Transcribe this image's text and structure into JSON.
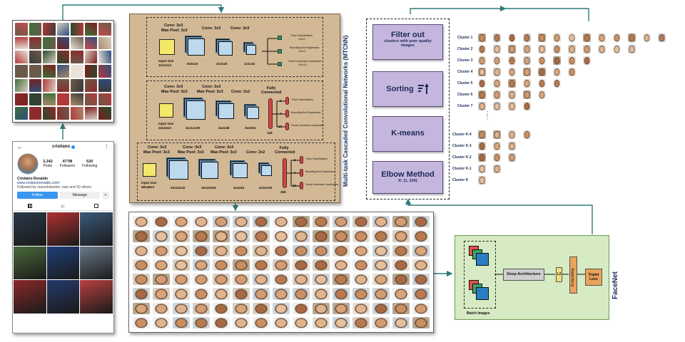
{
  "instagram": {
    "username": "cristiano",
    "stats": [
      {
        "value": "3,342",
        "label": "Posts"
      },
      {
        "value": "477M",
        "label": "Followers"
      },
      {
        "value": "520",
        "label": "Following"
      }
    ],
    "name": "Cristiano Ronaldo",
    "link": "www.cristianoronaldo.com/",
    "followed_by": "Followed by marcelotwelve, nazi and 50 others",
    "follow_btn": "Follow",
    "message_btn": "Message"
  },
  "mtcnn": {
    "title": "Multi-task Cascaded Convolutional Networks (MTCNN)",
    "pnet": {
      "input_label": "Input size",
      "input_size": "12x12x3",
      "conv1": "Conv: 3x3",
      "pool1": "Max Pool: 3x3",
      "conv2": "Conv: 3x3",
      "conv3": "Conv: 3x3",
      "d1": "5x5x10",
      "d2": "3x3x16",
      "d3": "1x1x32",
      "out1": "Face Classification",
      "out1b": "1x1x2",
      "out2": "Bounding Box Regression",
      "out2b": "1x1x4",
      "out3": "Facial Landmark Localization",
      "out3b": "1x1x10"
    },
    "rnet": {
      "input_label": "Input size",
      "input_size": "24x24x3",
      "conv1": "Conv: 3x3",
      "pool1": "Max Pool: 3x3",
      "conv2": "Conv: 3x3",
      "pool2": "Max Pool: 3x3",
      "conv3": "Conv: 2x2",
      "fc": "Fully Connected",
      "d1": "11x11x28",
      "d2": "4x4x48",
      "d3": "3x3x64",
      "d4": "128",
      "n1": "2",
      "n2": "4",
      "n3": "10",
      "out1": "Face Classification",
      "out2": "Bounding Box Regression",
      "out3": "Facial Landmark Localization"
    },
    "onet": {
      "input_label": "Input size",
      "input_size": "48x48x3",
      "conv1": "Conv: 3x3",
      "pool1": "Max Pool: 3x3",
      "conv2": "Conv: 3x3",
      "pool2": "Max Pool: 3x3",
      "conv3": "Conv: 3x3",
      "pool3": "Max Pool: 3x3",
      "conv4": "Conv: 2x2",
      "fc": "Fully Connected",
      "d1": "23x23x32",
      "d2": "10x10x64",
      "d3": "4x4x64",
      "d4": "3x3x128",
      "d5": "256",
      "n1": "2",
      "n2": "4",
      "n3": "10",
      "out1": "Face Classification",
      "out2": "Bounding Box Regression",
      "out3": "Facial Landmark Localization"
    }
  },
  "clustering": {
    "steps": [
      {
        "title": "Filter out",
        "subtitle": "clusters with poor quality images"
      },
      {
        "title": "Sorting",
        "subtitle": ""
      },
      {
        "title": "K-means",
        "subtitle": ""
      },
      {
        "title": "Elbow Method",
        "subtitle": "K: [1, 100]"
      }
    ],
    "clusters_top": [
      "Cluster 1",
      "Cluster 2",
      "Cluster 3",
      "Cluster 4",
      "Cluster 5",
      "Cluster 6",
      "Cluster 7"
    ],
    "clusters_bottom": [
      "Cluster K-4",
      "Cluster K-3",
      "Cluster K-2",
      "Cluster K-1",
      "Cluster K"
    ]
  },
  "facenet": {
    "title": "FaceNet",
    "batch": "Batch Images",
    "deep": "Deep Architecture",
    "l2": "L2",
    "embedding": "Embedding",
    "triplet": "Triplet Loss"
  },
  "colors": {
    "mtcnn_bg": "#d2b894",
    "purple": "#c5b6dd",
    "facenet_bg": "#d6ebc3",
    "arrow": "#2f7a78",
    "title": "#1c2a57"
  }
}
